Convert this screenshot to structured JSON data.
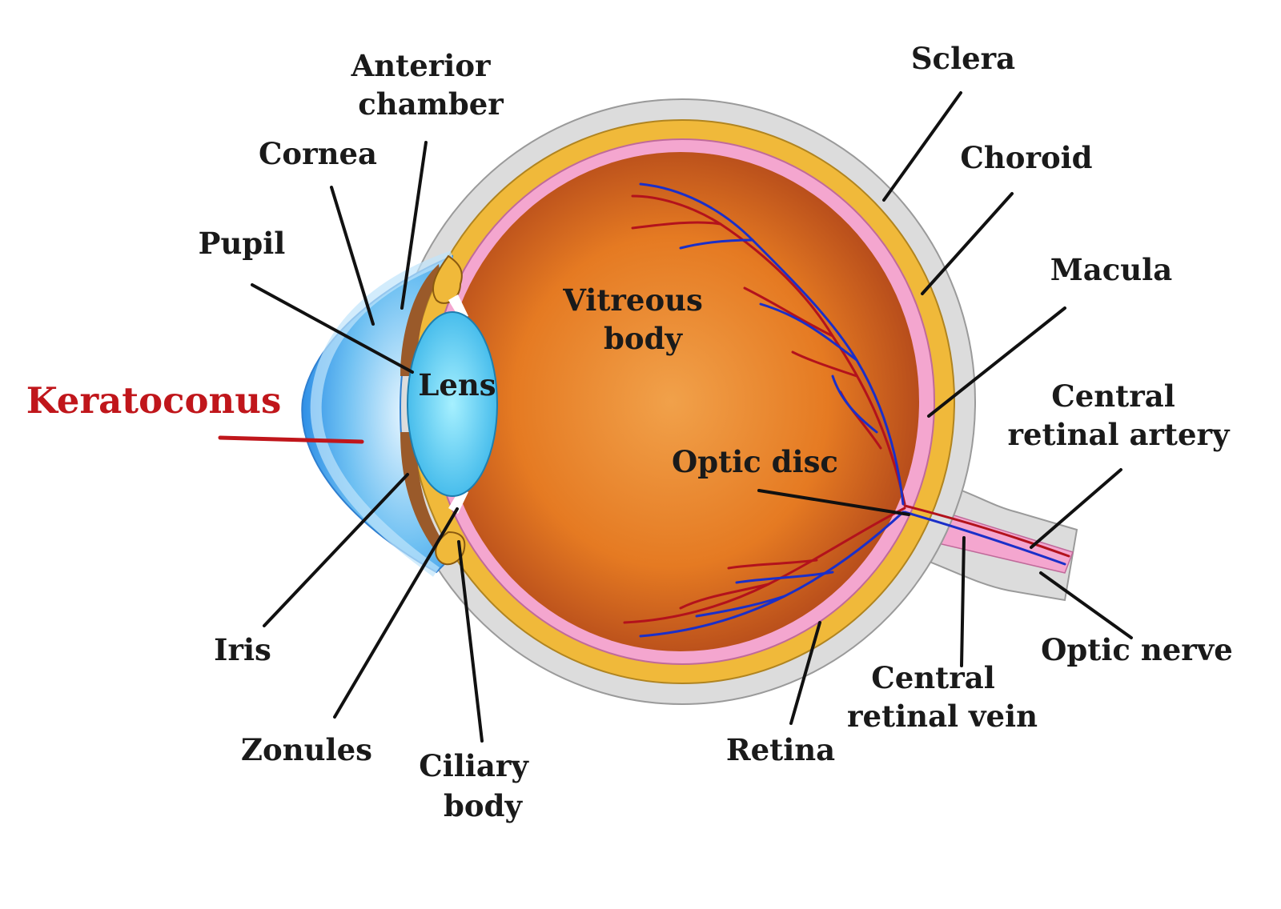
{
  "labels": {
    "anterior_chamber": [
      "Anterior",
      "chamber"
    ],
    "sclera": "Sclera",
    "cornea": "Cornea",
    "choroid": "Choroid",
    "pupil": "Pupil",
    "macula": "Macula",
    "vitreous_body": [
      "Vitreous",
      "body"
    ],
    "lens": "Lens",
    "central_retinal_artery": [
      "Central",
      "retinal artery"
    ],
    "keratoconus": "Keratoconus",
    "optic_disc": "Optic disc",
    "iris": "Iris",
    "optic_nerve": "Optic nerve",
    "central_retinal_vein": [
      "Central",
      "retinal vein"
    ],
    "zonules": "Zonules",
    "ciliary_body": [
      "Ciliary",
      "body"
    ],
    "retina": "Retina"
  },
  "colors": {
    "keratoconus_accent": "#c0161b",
    "sclera": "#dcdcdc",
    "choroid": "#f0b93a",
    "retina": "#f4a6cf",
    "vitreous": "#e57a22",
    "cornea": "#4aa8ee",
    "lens": "#5fd0f5",
    "iris": "#9a5a2a",
    "artery": "#b3121c",
    "vein": "#1a2fc9",
    "leader": "#111111"
  }
}
